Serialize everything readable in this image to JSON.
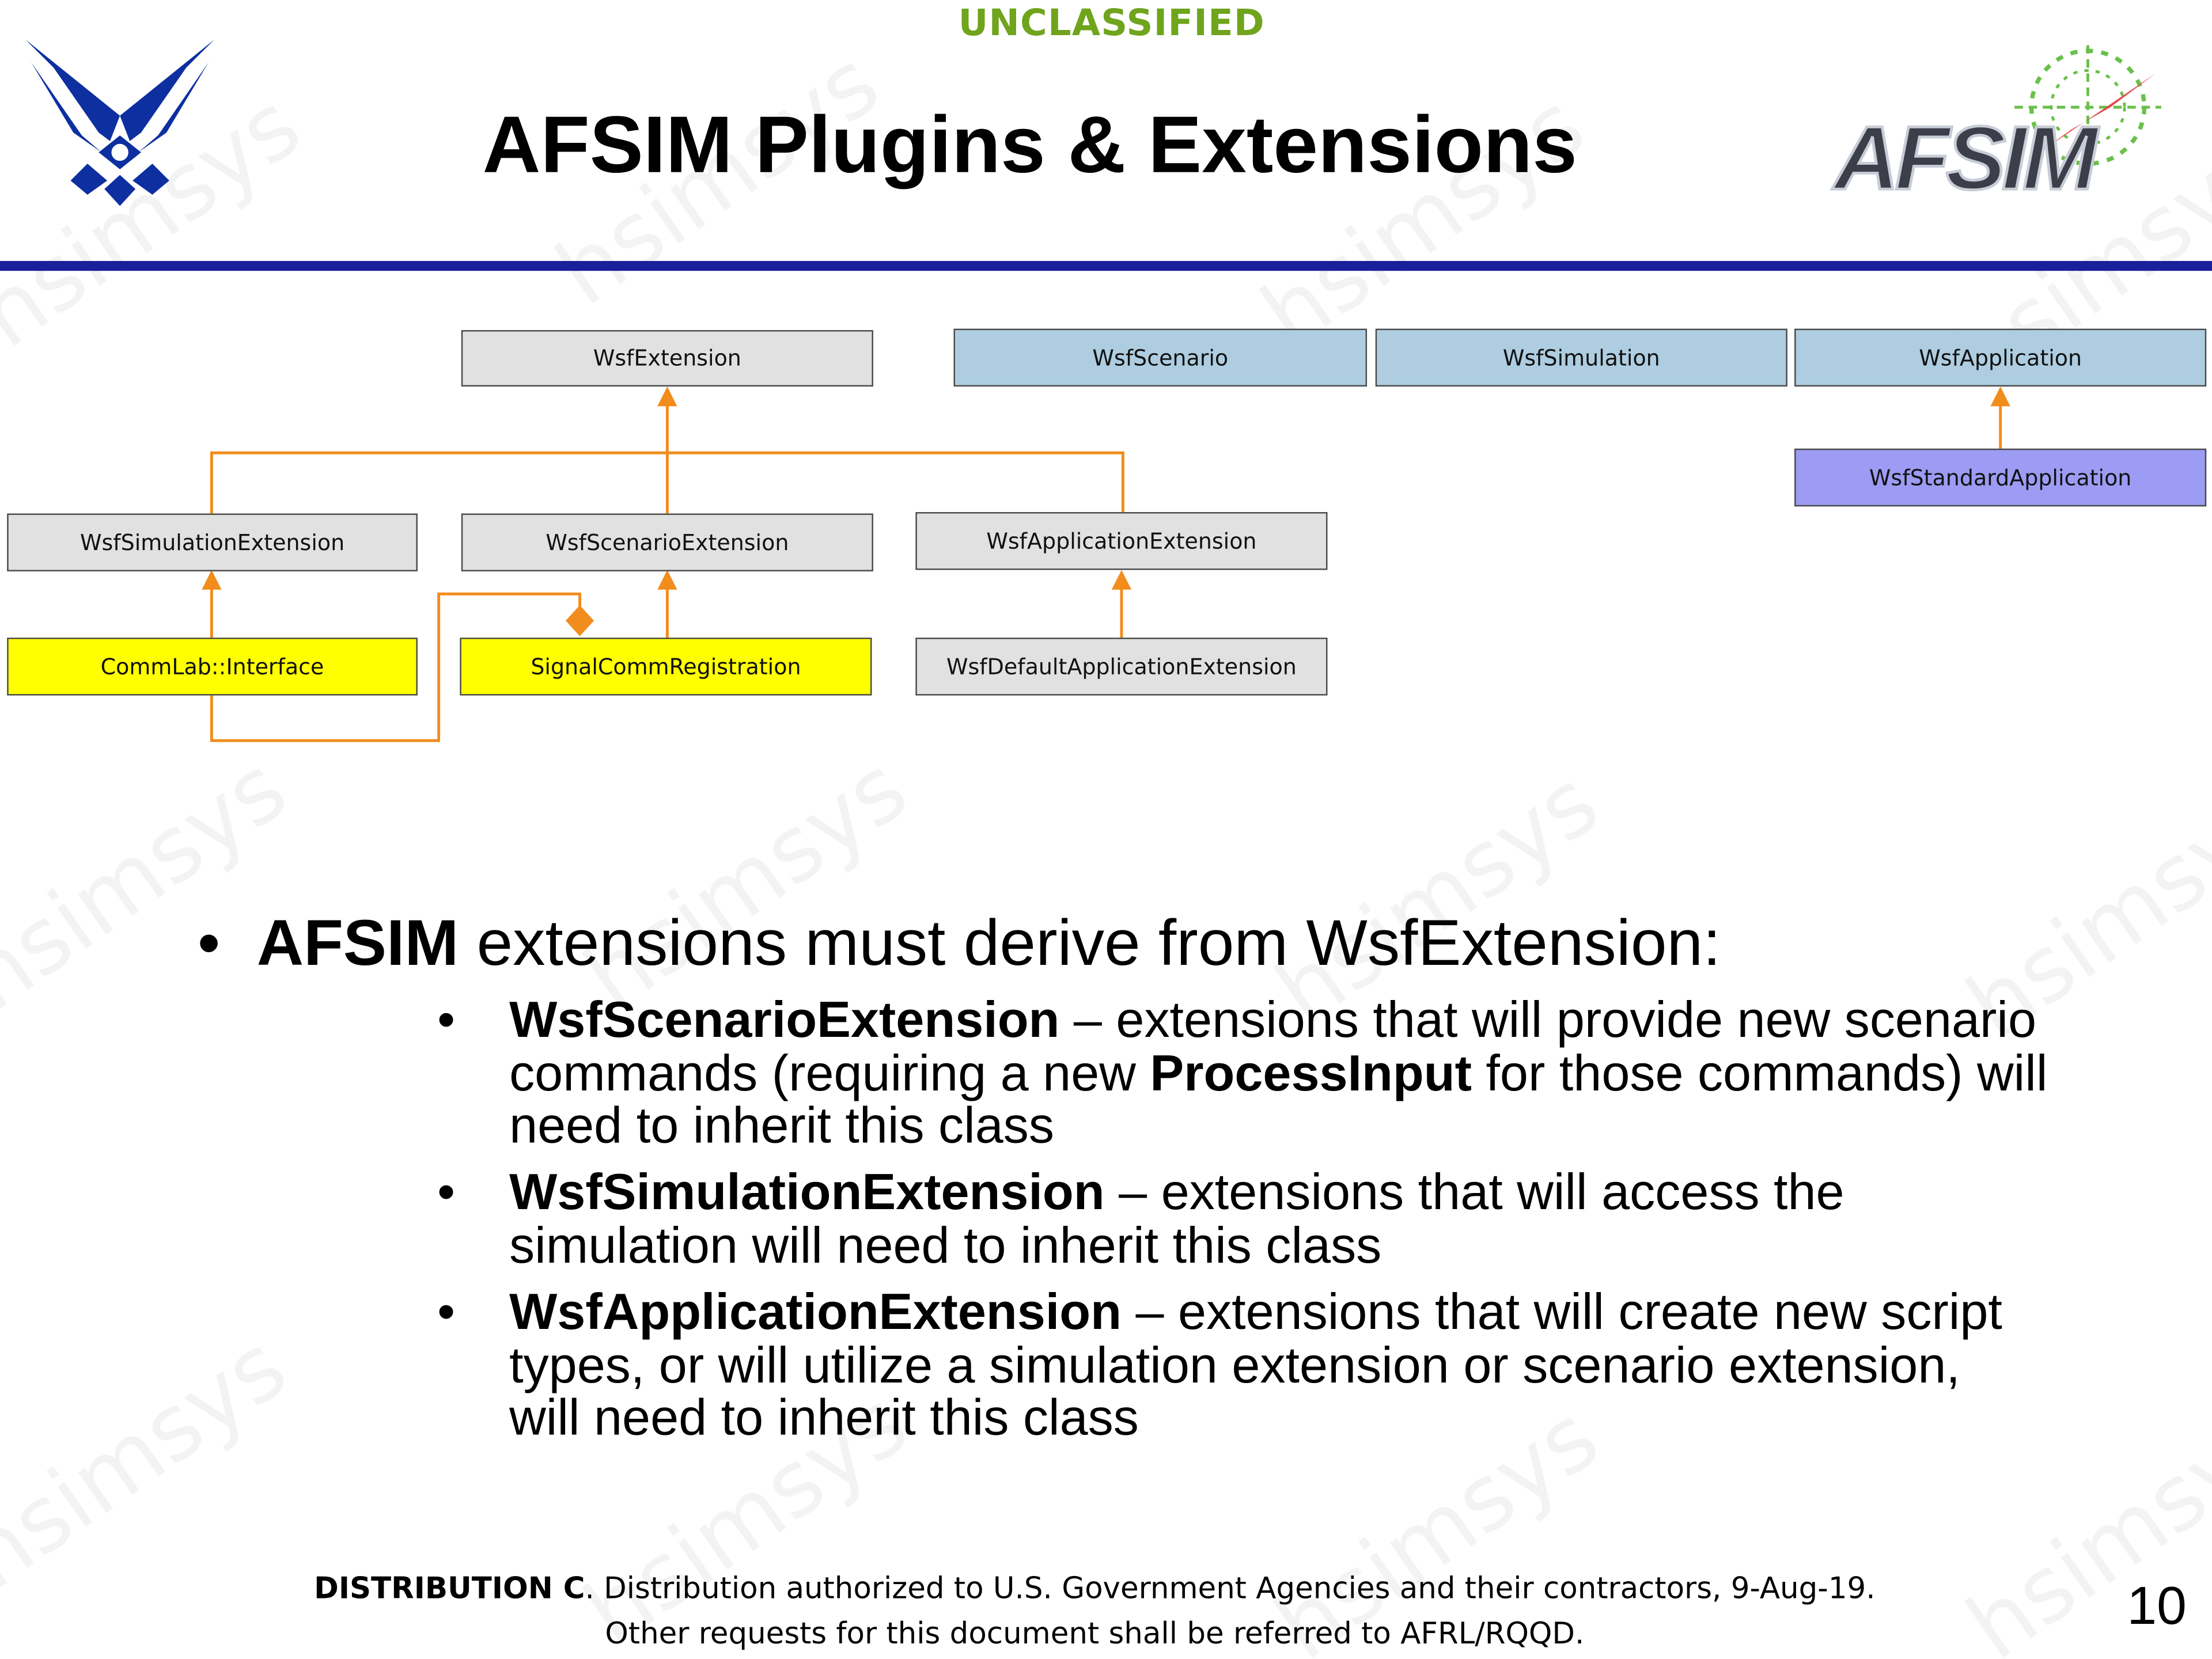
{
  "classification": "UNCLASSIFIED",
  "title": "AFSIM Plugins & Extensions",
  "watermark": "hsimsys",
  "logos": {
    "left_icon": "us-air-force-wings-icon",
    "right_icon": "afsim-logo-icon",
    "right_text": "AFSIM"
  },
  "colors": {
    "classification": "#6fa41c",
    "header_rule": "#1a1f9a",
    "connector": "#f28c1c",
    "box_gray": "#e1e1e1",
    "box_blue": "#aecde0",
    "box_purple": "#9c9cf4",
    "box_yellow": "#ffff00"
  },
  "diagram": {
    "classes": {
      "wsf_extension": "WsfExtension",
      "wsf_scenario": "WsfScenario",
      "wsf_simulation": "WsfSimulation",
      "wsf_application": "WsfApplication",
      "wsf_standard_application": "WsfStandardApplication",
      "wsf_simulation_extension": "WsfSimulationExtension",
      "wsf_scenario_extension": "WsfScenarioExtension",
      "wsf_application_extension": "WsfApplicationExtension",
      "commlab_interface": "CommLab::Interface",
      "signal_comm_registration": "SignalCommRegistration",
      "wsf_default_application_extension": "WsfDefaultApplicationExtension"
    }
  },
  "bullets": {
    "main": {
      "bold": "AFSIM",
      "text": " extensions must derive from WsfExtension:"
    },
    "items": [
      {
        "bold": "WsfScenarioExtension",
        "text1": " – extensions that will provide new scenario commands (requiring a new ",
        "bold2": "ProcessInput",
        "text2": " for those commands) will need to inherit this class"
      },
      {
        "bold": "WsfSimulationExtension",
        "text1": " – extensions that will access the simulation will need to inherit this class"
      },
      {
        "bold": "WsfApplicationExtension",
        "text1": " – extensions that will create new script types, or will utilize a simulation extension or scenario extension, will need to inherit this class"
      }
    ]
  },
  "footer": {
    "label": "DISTRIBUTION C",
    "line1": ". Distribution authorized to U.S. Government Agencies and their contractors, 9-Aug-19.",
    "line2": "Other requests for this document shall be referred to AFRL/RQQD."
  },
  "page_number": "10"
}
